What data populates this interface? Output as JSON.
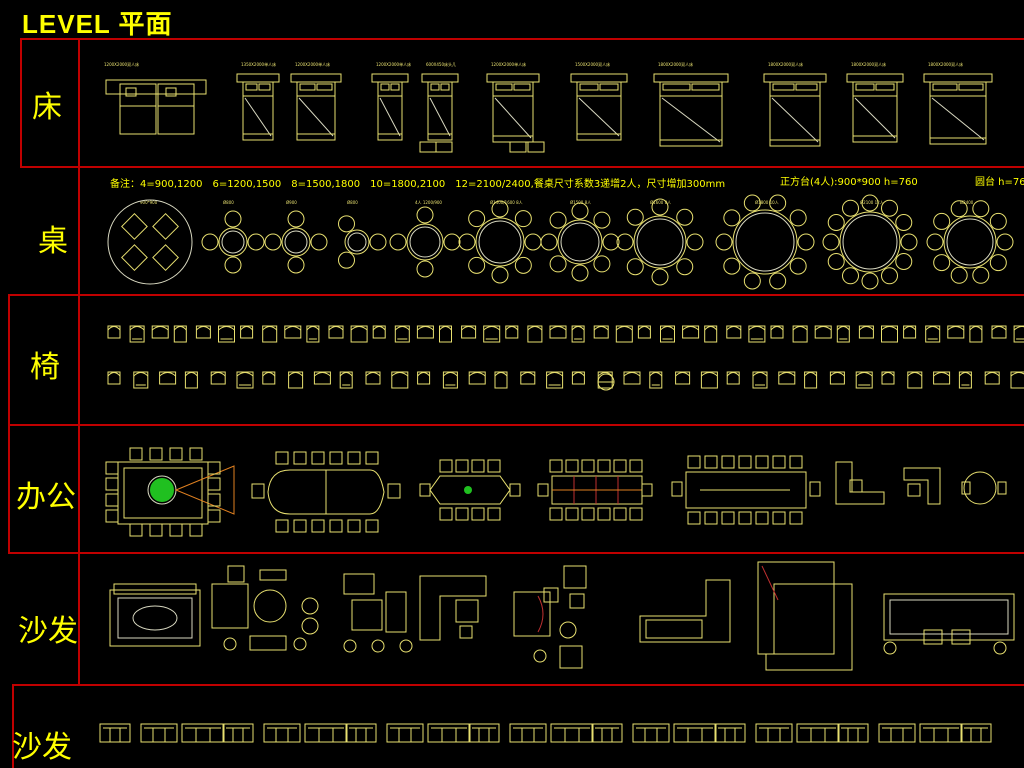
{
  "title": "LEVEL 平面",
  "categories": [
    {
      "id": "bed",
      "label": "床"
    },
    {
      "id": "table",
      "label": "桌"
    },
    {
      "id": "chair",
      "label": "椅"
    },
    {
      "id": "office",
      "label": "办公"
    },
    {
      "id": "sofa",
      "label": "沙发"
    },
    {
      "id": "sofa2",
      "label": "沙发"
    }
  ],
  "notes": {
    "table_note": "备注：4=900,1200　6=1200,1500　8=1500,1800　10=1800,2100　12=2100/2400,餐桌尺寸系数3递增2人，尺寸增加300mm",
    "square_table": "正方台(4人):900*900 h=760",
    "round_table": "圆台 h=76"
  },
  "bed_labels": [
    "1200X2000双人床",
    "1350X2000单人床",
    "1200X2000单人床",
    "1200X2000单人床",
    "600X450床头几",
    "1200X2000单人床",
    "1500X2000双人床",
    "1800X2000双人床",
    "1800X2000双人床",
    "1800X2000双人床",
    "1800X2000双人床"
  ],
  "table_labels": [
    "900*900",
    "Ø800",
    "Ø900",
    "Ø800",
    "4人 1200/900",
    "Ø1400/1600 8人",
    "Ø1500 8人",
    "Ø1600 8人",
    "Ø1800 10人",
    "Ø2100 12人",
    "Ø2400"
  ],
  "colors": {
    "line": "#c00000",
    "text": "#ffff00",
    "block": "#e8e070",
    "red_fill": "#c03030",
    "green": "#20c020",
    "orange": "#e08020"
  }
}
